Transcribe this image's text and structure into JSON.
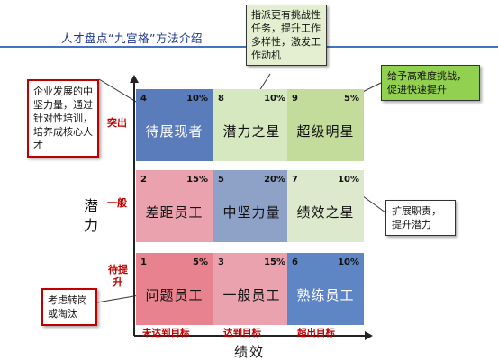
{
  "header": {
    "title": "人才盘点“九宫格”方法介绍"
  },
  "axes": {
    "y_title": "潜力",
    "x_title": "绩效",
    "y_levels": [
      "突出",
      "一般",
      "待提升"
    ],
    "x_levels": [
      "未达到目标",
      "达到目标",
      "超出目标"
    ]
  },
  "grid": {
    "cells": [
      {
        "num": "4",
        "pct": "10%",
        "name": "待展现者",
        "color": "#5b7cba",
        "text_color": "#ffffff"
      },
      {
        "num": "8",
        "pct": "10%",
        "name": "潜力之星",
        "color": "#d5e8bf",
        "text_color": "#111111"
      },
      {
        "num": "9",
        "pct": "5%",
        "name": "超级明星",
        "color": "#c3dc9c",
        "text_color": "#111111"
      },
      {
        "num": "2",
        "pct": "15%",
        "name": "差距员工",
        "color": "#eaa3ae",
        "text_color": "#111111"
      },
      {
        "num": "5",
        "pct": "20%",
        "name": "中坚力量",
        "color": "#8ea1c6",
        "text_color": "#111111"
      },
      {
        "num": "7",
        "pct": "10%",
        "name": "绩效之星",
        "color": "#dde9cc",
        "text_color": "#111111"
      },
      {
        "num": "1",
        "pct": "5%",
        "name": "问题员工",
        "color": "#e8828f",
        "text_color": "#111111"
      },
      {
        "num": "3",
        "pct": "15%",
        "name": "一般员工",
        "color": "#eaa3ae",
        "text_color": "#111111"
      },
      {
        "num": "6",
        "pct": "10%",
        "name": "熟练员工",
        "color": "#5f86c4",
        "text_color": "#ffffff"
      }
    ]
  },
  "notes": {
    "core": "企业发展的中坚力量，通过针对性培训，培养成核心人才",
    "challenge": "指派更有挑战性任务，提升工作多样性，激发工作动机",
    "promote": "给予高难度挑战，促进快速提升",
    "expand": "扩展职责，提升潜力",
    "transfer": "考虑转岗或淘汰"
  }
}
